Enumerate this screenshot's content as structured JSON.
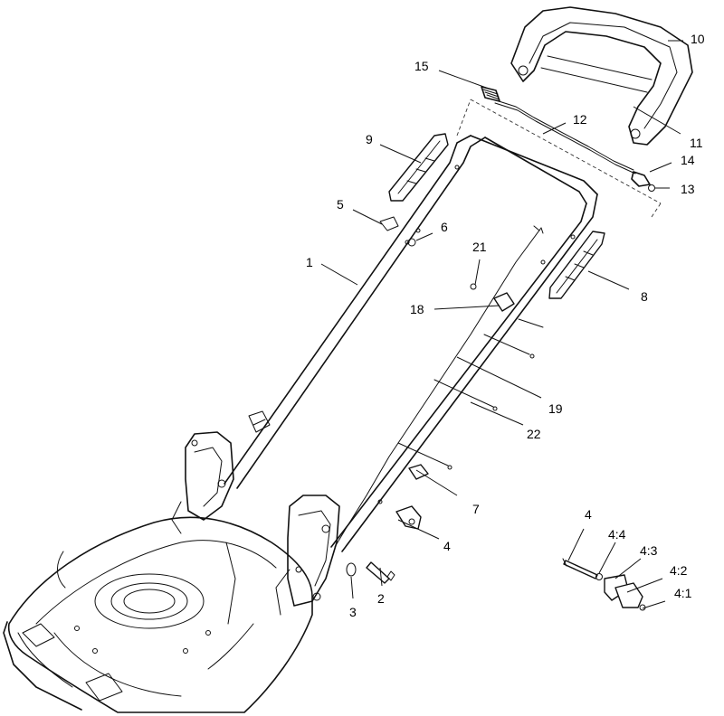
{
  "callouts": [
    {
      "id": "c1",
      "label": "1"
    },
    {
      "id": "c2",
      "label": "2"
    },
    {
      "id": "c3",
      "label": "3"
    },
    {
      "id": "c4",
      "label": "4"
    },
    {
      "id": "c4b",
      "label": "4"
    },
    {
      "id": "c41",
      "label": "4:1"
    },
    {
      "id": "c42",
      "label": "4:2"
    },
    {
      "id": "c43",
      "label": "4:3"
    },
    {
      "id": "c44",
      "label": "4:4"
    },
    {
      "id": "c5",
      "label": "5"
    },
    {
      "id": "c6",
      "label": "6"
    },
    {
      "id": "c7",
      "label": "7"
    },
    {
      "id": "c8",
      "label": "8"
    },
    {
      "id": "c9",
      "label": "9"
    },
    {
      "id": "c10",
      "label": "10"
    },
    {
      "id": "c11",
      "label": "11"
    },
    {
      "id": "c12",
      "label": "12"
    },
    {
      "id": "c13",
      "label": "13"
    },
    {
      "id": "c14",
      "label": "14"
    },
    {
      "id": "c15",
      "label": "15"
    },
    {
      "id": "c18",
      "label": "18"
    },
    {
      "id": "c19",
      "label": "19"
    },
    {
      "id": "c21",
      "label": "21"
    },
    {
      "id": "c22",
      "label": "22"
    }
  ]
}
